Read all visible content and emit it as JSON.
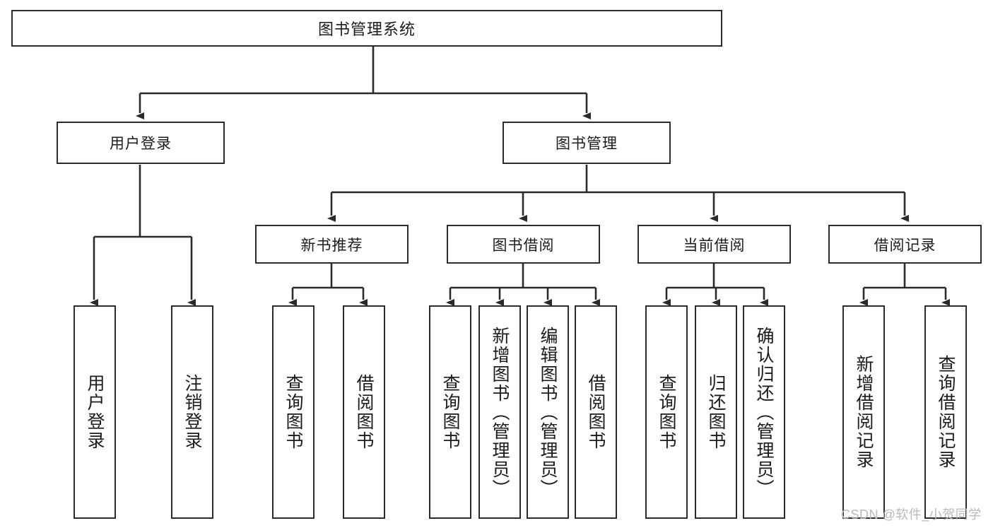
{
  "diagram": {
    "type": "tree-hierarchy",
    "title": "图书管理系统",
    "watermark": "CSDN @软件_小贺同学",
    "colors": {
      "box_border": "#2b2b2b",
      "box_fill": "#ffffff",
      "connector": "#2b2b2b",
      "text": "#1b1b1b",
      "watermark": "#b9b9b9",
      "background": "#ffffff"
    },
    "nodes": {
      "root": {
        "label": "图书管理系统"
      },
      "level2": [
        {
          "id": "user-login",
          "label": "用户登录"
        },
        {
          "id": "book-manage",
          "label": "图书管理"
        }
      ],
      "level3": [
        {
          "id": "new-book-recommend",
          "label": "新书推荐"
        },
        {
          "id": "book-borrow",
          "label": "图书借阅"
        },
        {
          "id": "current-borrow",
          "label": "当前借阅"
        },
        {
          "id": "borrow-record",
          "label": "借阅记录"
        }
      ],
      "leaves": {
        "user_login": [
          {
            "id": "leaf-user-login",
            "label": "用户登录"
          },
          {
            "id": "leaf-logout-login",
            "label": "注销登录"
          }
        ],
        "new_book_recommend": [
          {
            "id": "leaf-query-book-1",
            "label": "查询图书"
          },
          {
            "id": "leaf-borrow-book-1",
            "label": "借阅图书"
          }
        ],
        "book_borrow": [
          {
            "id": "leaf-query-book-2",
            "label": "查询图书"
          },
          {
            "id": "leaf-add-book",
            "label": "新增图书（管理员）"
          },
          {
            "id": "leaf-edit-book",
            "label": "编辑图书（管理员）"
          },
          {
            "id": "leaf-borrow-book-2",
            "label": "借阅图书"
          }
        ],
        "current_borrow": [
          {
            "id": "leaf-query-book-3",
            "label": "查询图书"
          },
          {
            "id": "leaf-return-book",
            "label": "归还图书"
          },
          {
            "id": "leaf-confirm-return",
            "label": "确认归还（管理员）"
          }
        ],
        "borrow_record": [
          {
            "id": "leaf-add-record",
            "label": "新增借阅记录"
          },
          {
            "id": "leaf-query-record",
            "label": "查询借阅记录"
          }
        ]
      }
    },
    "edges": [
      {
        "from": "root",
        "to": "user-login"
      },
      {
        "from": "root",
        "to": "book-manage"
      },
      {
        "from": "user-login",
        "to": "leaf-user-login"
      },
      {
        "from": "user-login",
        "to": "leaf-logout-login"
      },
      {
        "from": "book-manage",
        "to": "new-book-recommend"
      },
      {
        "from": "book-manage",
        "to": "book-borrow"
      },
      {
        "from": "book-manage",
        "to": "current-borrow"
      },
      {
        "from": "book-manage",
        "to": "borrow-record"
      },
      {
        "from": "new-book-recommend",
        "to": "leaf-query-book-1"
      },
      {
        "from": "new-book-recommend",
        "to": "leaf-borrow-book-1"
      },
      {
        "from": "book-borrow",
        "to": "leaf-query-book-2"
      },
      {
        "from": "book-borrow",
        "to": "leaf-add-book"
      },
      {
        "from": "book-borrow",
        "to": "leaf-edit-book"
      },
      {
        "from": "book-borrow",
        "to": "leaf-borrow-book-2"
      },
      {
        "from": "current-borrow",
        "to": "leaf-query-book-3"
      },
      {
        "from": "current-borrow",
        "to": "leaf-return-book"
      },
      {
        "from": "current-borrow",
        "to": "leaf-confirm-return"
      },
      {
        "from": "borrow-record",
        "to": "leaf-add-record"
      },
      {
        "from": "borrow-record",
        "to": "leaf-query-record"
      }
    ]
  }
}
